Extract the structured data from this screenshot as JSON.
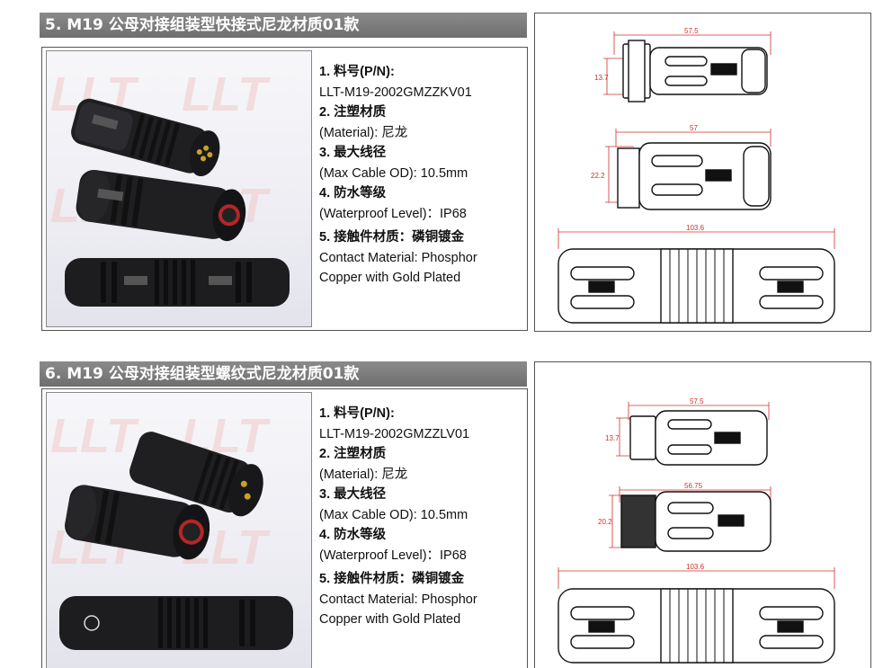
{
  "sections": [
    {
      "title": "5. M19 公母对接组装型快接式尼龙材质01款",
      "watermark": "LLT",
      "specs": {
        "pn_label": "1. 料号(P/N):",
        "pn_value": "LLT-M19-2002GMZZKV01",
        "material_label": "2. 注塑材质",
        "material_value": "(Material): 尼龙",
        "cable_label": "3. 最大线径",
        "cable_value": "(Max Cable OD): 10.5mm",
        "waterproof_label": "4. 防水等级",
        "waterproof_value": "(Waterproof Level)：IP68",
        "contact_label": "5. 接触件材质：磷铜镀金",
        "contact_value_1": "Contact Material: Phosphor",
        "contact_value_2": "Copper with Gold Plated"
      },
      "dims": {
        "d1_len": "57.5",
        "d1_dia": "13.7",
        "d2_len": "57",
        "d2_dia": "22.2",
        "d3_len": "103.6"
      }
    },
    {
      "title": "6. M19 公母对接组装型螺纹式尼龙材质01款",
      "watermark": "LLT",
      "specs": {
        "pn_label": "1. 料号(P/N):",
        "pn_value": "LLT-M19-2002GMZZLV01",
        "material_label": "2. 注塑材质",
        "material_value": "(Material): 尼龙",
        "cable_label": "3. 最大线径",
        "cable_value": "(Max Cable OD): 10.5mm",
        "waterproof_label": "4. 防水等级",
        "waterproof_value": "(Waterproof Level)：IP68",
        "contact_label": "5. 接触件材质：磷铜镀金",
        "contact_value_1": "Contact Material: Phosphor",
        "contact_value_2": "Copper with Gold Plated"
      },
      "dims": {
        "d1_len": "57.5",
        "d1_dia": "13.7",
        "d2_len": "56.75",
        "d2_dia": "20.2",
        "d3_len": "103.6"
      }
    }
  ],
  "colors": {
    "header_bg": "#7a7a7a",
    "dimension_red": "#d0302c",
    "connector_black": "#1c1c1e"
  }
}
